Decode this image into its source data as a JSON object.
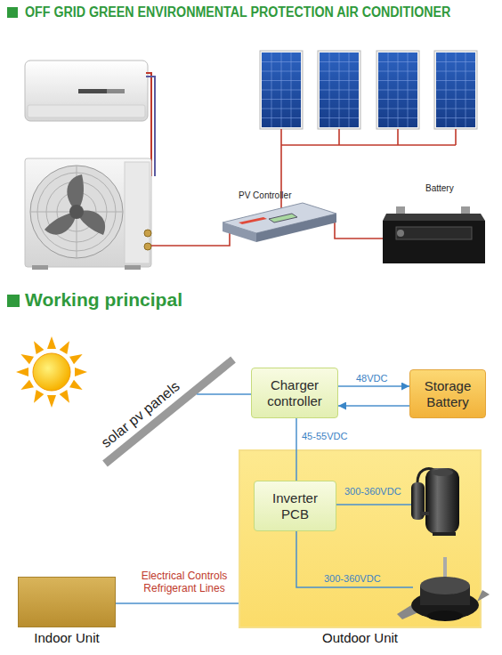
{
  "diagram": {
    "title": "OFF GRID GREEN ENVIRONMENTAL PROTECTION AIR CONDITIONER",
    "nodes": [
      {
        "text": [
          "solar pv panels"
        ]
      },
      {
        "text": [
          "Charger controller"
        ]
      },
      {
        "text": [
          "Storage Battery"
        ]
      },
      {
        "text": [
          "Outdoor Unit"
        ]
      },
      {
        "text": [
          "Inverter PCB"
        ],
        "in": 3
      },
      {
        "text": [
          "Indoor Unit"
        ]
      }
    ],
    "edges": [
      {
        "from": 0,
        "to": 1,
        "arrow": "none"
      },
      {
        "from": 1,
        "to": 2,
        "arrow": "to",
        "label": "48VDC"
      },
      {
        "from": 2,
        "to": 1,
        "arrow": "to"
      },
      {
        "from": 1,
        "to": 4,
        "arrow": "none",
        "label": "45-55VDC"
      },
      {
        "from": 5,
        "to": 3,
        "arrow": "none",
        "label": "Electrical Controls Refrigerant Lines"
      }
    ],
    "labels": [
      "PV Controller",
      "Battery",
      "Working principal",
      "300-360VDC",
      "300-360VDC"
    ]
  }
}
